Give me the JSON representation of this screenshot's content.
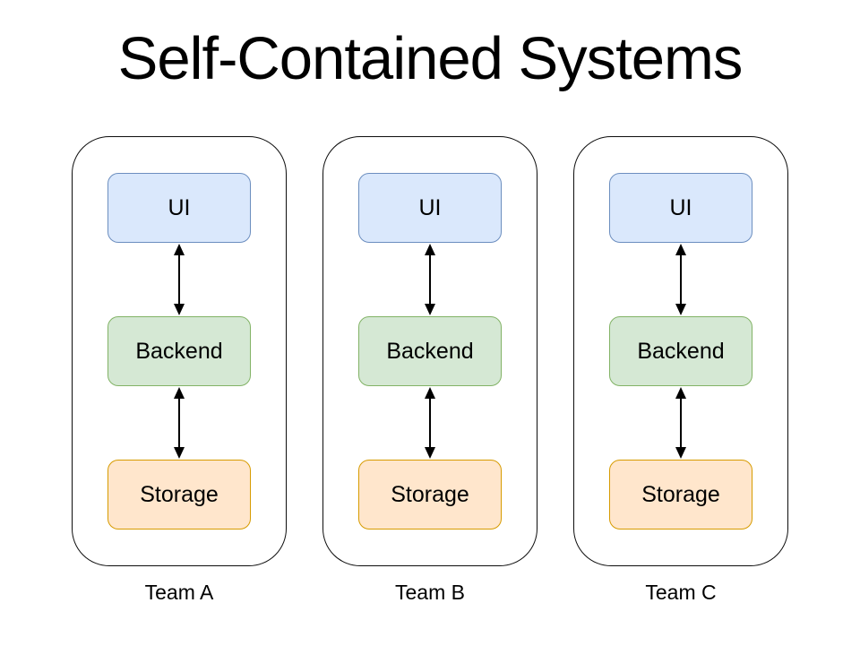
{
  "title": "Self-Contained Systems",
  "colors": {
    "background": "#ffffff",
    "text": "#000000",
    "container_border": "#0d0d0d",
    "arrow": "#000000",
    "ui_fill": "#dae8fc",
    "ui_border": "#6c8ebf",
    "backend_fill": "#d5e8d4",
    "backend_border": "#82b366",
    "storage_fill": "#ffe6cc",
    "storage_border": "#d79b00"
  },
  "systems": [
    {
      "team": "Team A",
      "components": [
        {
          "label": "UI"
        },
        {
          "label": "Backend"
        },
        {
          "label": "Storage"
        }
      ]
    },
    {
      "team": "Team B",
      "components": [
        {
          "label": "UI"
        },
        {
          "label": "Backend"
        },
        {
          "label": "Storage"
        }
      ]
    },
    {
      "team": "Team C",
      "components": [
        {
          "label": "UI"
        },
        {
          "label": "Backend"
        },
        {
          "label": "Storage"
        }
      ]
    }
  ],
  "connections": [
    {
      "from": "UI",
      "to": "Backend",
      "bidirectional": true
    },
    {
      "from": "Backend",
      "to": "Storage",
      "bidirectional": true
    }
  ]
}
